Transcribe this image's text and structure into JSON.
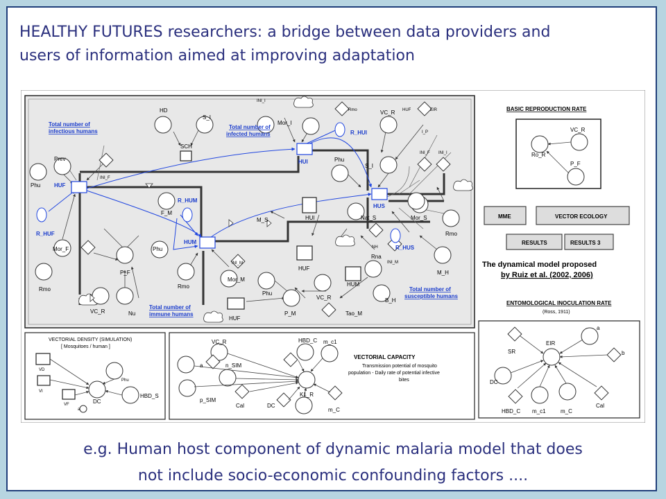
{
  "slide": {
    "title_lines": [
      "HEALTHY FUTURES researchers: a bridge between data providers and",
      "users of information aimed at improving adaptation"
    ],
    "caption_lines": [
      "e.g. Human host component of dynamic malaria model that does",
      "not include socio-economic confounding factors ...."
    ]
  },
  "diagram": {
    "main_labels": {
      "hd": "HD",
      "s_i": "S_I",
      "sch": "SCH",
      "ini_i": "INI_I",
      "mor_i": "Mor_I",
      "rmo1": "Rmo",
      "vc_r1": "VC_R",
      "huf_t": "HUF",
      "eir1": "EIR",
      "prev": "Prev",
      "ini_f": "INI_F",
      "phu1": "Phu",
      "huf": "HUF",
      "r_huf": "R_HUF",
      "hui": "HUI",
      "r_hui": "R_HUI",
      "phu2": "Phu",
      "s_i2": "S_I",
      "ini_f2": "INI_F",
      "ini_i2": "INI_I",
      "i_p": "I_P",
      "hus": "HUS",
      "r_hum": "R_HUM",
      "hum": "HUM",
      "f_m": "F_M",
      "phu3": "Phu",
      "mor_f": "Mor_F",
      "rmo2": "Rmo",
      "p_f": "P_F",
      "ini_m": "INI_M",
      "rmo3": "Rmo",
      "mor_m": "Mor_M",
      "vc_r2": "VC_R",
      "nu": "Nu",
      "m_s": "M_S",
      "hui2": "HUI",
      "nat_s": "Nat_S",
      "mor_s": "Mor_S",
      "rmo4": "Rmo",
      "nh": "NH",
      "r_hus": "R_HUS",
      "ini_m2": "INI_M",
      "huf2": "HUF",
      "rna": "Rna",
      "hum2": "HUM",
      "b_h": "B_H",
      "m_h": "M_H",
      "phu4": "Phu",
      "p_m": "P_M",
      "vc_r3": "VC_R",
      "tao_m": "Tao_M",
      "huf3": "HUF"
    },
    "blue_labels": {
      "infectious": [
        "Total number of",
        "infectious humans"
      ],
      "infected": [
        "Total number of",
        "infected humans"
      ],
      "immune": [
        "Total number of",
        "immune humans"
      ],
      "susceptible": [
        "Total number of",
        "susceptible humans"
      ]
    },
    "basic_rep": {
      "title": "BASIC REPRODUCTION RATE",
      "ro_r": "Ro_R",
      "vc_r": "VC_R",
      "p_f": "P_F"
    },
    "buttons": {
      "mme": "MME",
      "vector_ecology": "VECTOR ECOLOGY",
      "results": "RESULTS",
      "results3": "RESULTS 3"
    },
    "proposed": [
      "The dynamical model proposed",
      "by Ruiz et al. (2002, 2006)"
    ],
    "eir_panel": {
      "title": "ENTOMOLOGICAL INOCULATION RATE",
      "sub": "(Ross, 1911)",
      "sr": "SR",
      "eir": "EIR",
      "a": "a",
      "b": "b",
      "dc": "DC",
      "hbd_c": "HBD_C",
      "m_c1": "m_c1",
      "m_c": "m_C",
      "cal": "Cal"
    },
    "vd_panel": {
      "title": "VECTORIAL DENSITY (SIMULATION)",
      "sub": "[ Mosquitoes / human ]",
      "vd": "VD",
      "vi": "VI",
      "vf": "VF",
      "a": "a",
      "dc": "DC",
      "phu": "Phu",
      "hbd_s": "HBD_S"
    },
    "vc_panel": {
      "vc_r": "VC_R",
      "hbd_c": "HBD_C",
      "m_c1": "m_c1",
      "a": "a",
      "n_sim": "n_SIM",
      "p_sim": "p_SIM",
      "cal": "Cal",
      "k1_r": "K1_R",
      "dc": "DC",
      "m_c": "m_C",
      "cap_title": "VECTORIAL CAPACITY",
      "cap_lines": [
        "Transmission potential of mosquito",
        "population - Daily rate of potential infective",
        "bites"
      ]
    }
  }
}
